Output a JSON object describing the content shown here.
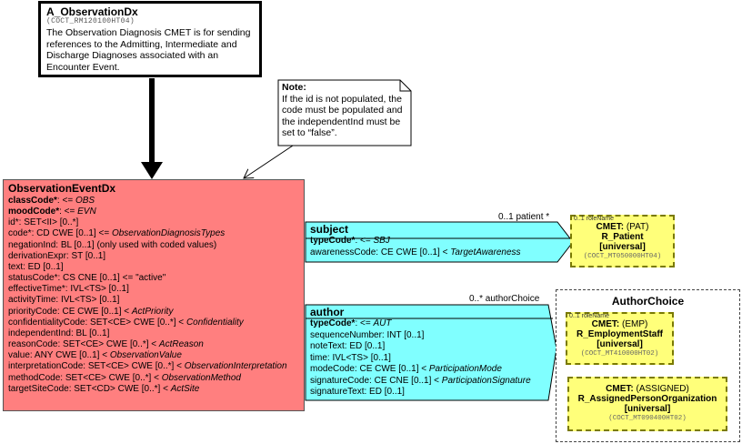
{
  "entry_point": {
    "title": "A_ObservationDx",
    "code": "(COCT_RM120100HT04)",
    "description": "The Observation Diagnosis CMET is for  sending references to the Admitting, Intermediate and Discharge Diagnoses associated with an Encounter Event."
  },
  "note": {
    "title": "Note:",
    "text": "If the id is not populated, the code must be populated and the independentInd must be set to “false”."
  },
  "observation": {
    "title": "ObservationEventDx",
    "attributes": [
      {
        "b": "classCode*",
        "t": ": <= ",
        "i": "OBS"
      },
      {
        "b": "moodCode*",
        "t": ": <= ",
        "i": "EVN"
      },
      {
        "t": "id*: SET<II> [0..*]"
      },
      {
        "t": "code*: CD CWE [0..1] <= ",
        "i": "ObservationDiagnosisTypes"
      },
      {
        "t": "negationInd: BL [0..1] (only used with coded values)"
      },
      {
        "t": "derivationExpr: ST [0..1]"
      },
      {
        "t": "text: ED [0..1]"
      },
      {
        "t": "statusCode*: CS CNE [0..1] <= \"active\""
      },
      {
        "t": "effectiveTime*: IVL<TS> [0..1]"
      },
      {
        "t": "activityTime: IVL<TS> [0..1]"
      },
      {
        "t": "priorityCode: CE CWE [0..1] < ",
        "i": "ActPriority"
      },
      {
        "t": "confidentialityCode: SET<CE> CWE [0..*] < ",
        "i": "Confidentiality"
      },
      {
        "t": "independentInd: BL [0..1]"
      },
      {
        "t": "reasonCode: SET<CE> CWE [0..*] < ",
        "i": "ActReason"
      },
      {
        "t": "value: ANY CWE [0..1] < ",
        "i": "ObservationValue"
      },
      {
        "t": "interpretationCode: SET<CE> CWE [0..*] < ",
        "i": "ObservationInterpretation"
      },
      {
        "t": "methodCode: SET<CE> CWE [0..*] < ",
        "i": "ObservationMethod"
      },
      {
        "t": "targetSiteCode: SET<CD> CWE [0..*] < ",
        "i": "ActSite"
      }
    ]
  },
  "subject": {
    "title": "subject",
    "attributes": [
      {
        "b": "typeCode*",
        "t": ": <= ",
        "i": "SBJ"
      },
      {
        "t": "awarenessCode: CE CWE [0..1] < ",
        "i": "TargetAwareness"
      }
    ],
    "role_label": "0..1 patient  *"
  },
  "author": {
    "title": "author",
    "attributes": [
      {
        "b": "typeCode*",
        "t": ": <= ",
        "i": "AUT"
      },
      {
        "t": "sequenceNumber: INT [0..1]"
      },
      {
        "t": "noteText: ED [0..1]"
      },
      {
        "t": "time: IVL<TS> [0..1]"
      },
      {
        "t": "modeCode: CE CWE [0..1] < ",
        "i": "ParticipationMode"
      },
      {
        "t": "signatureCode: CE CNE [0..1] < ",
        "i": "ParticipationSignature"
      },
      {
        "t": "signatureText: ED [0..1]"
      }
    ],
    "role_label": "0..* authorChoice"
  },
  "cmet_patient": {
    "small": "0..1 roleName",
    "label": "CMET:",
    "kind": " (PAT)",
    "name": "R_Patient",
    "level": "[universal]",
    "code": "(COCT_MT050000HT04)"
  },
  "author_choice": {
    "title": "AuthorChoice",
    "staff": {
      "small": "0..1 roleName",
      "label": "CMET:",
      "kind": " (EMP)",
      "name": "R_EmploymentStaff",
      "level": "[universal]",
      "code": "(COCT_MT410000HT02)"
    },
    "org": {
      "label": "CMET:",
      "kind": " (ASSIGNED)",
      "name": "R_AssignedPersonOrganization",
      "level": "[universal]",
      "code": "(COCT_MT090400HT02)"
    }
  },
  "colors": {
    "observation": "#ff7f7f",
    "relationship": "#80ffff",
    "cmet": "#ffff7a"
  }
}
